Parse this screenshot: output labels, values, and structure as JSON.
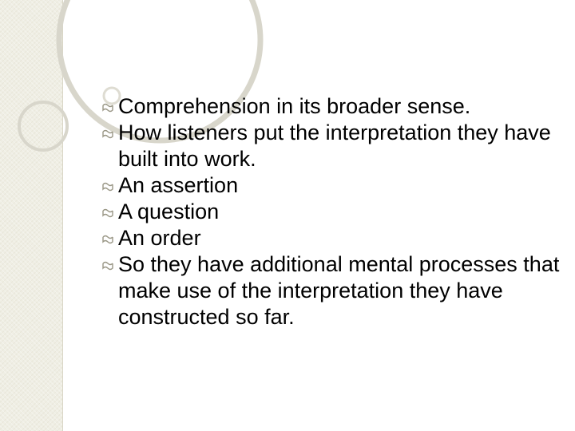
{
  "slide": {
    "accent_color": "#c9c6b4",
    "bullet_icon": "scroll-bullet-icon",
    "bullets": [
      "Comprehension in its broader sense.",
      "How listeners put the interpretation they have built into work.",
      "An assertion",
      "A question",
      "An order",
      "So they have additional mental processes that make use of the interpretation they have constructed so far."
    ]
  }
}
